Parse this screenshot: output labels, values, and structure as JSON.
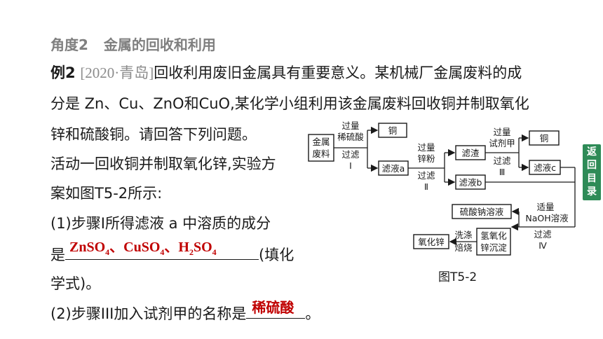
{
  "heading": {
    "part1": "角度2",
    "part2": "金属的回收和利用"
  },
  "example": {
    "label": "例2",
    "source": "[2020·青岛]",
    "line1_text": "回收利用废旧金属具有重要意义。某机械厂金属废料的成",
    "line2": "分是 Zn、Cu、ZnO和CuO,某化学小组利用该金属废料回收铜并制取氧化",
    "line3": "锌和硫酸铜。请回答下列问题。",
    "line4": "活动一回收铜并制取氧化锌,实验方",
    "line5": "案如图T5-2所示:",
    "q1_line1": "(1)步骤I所得滤液 a 中溶质的成分",
    "q1_prefix": "是",
    "q1_suffix": "(填化",
    "q1_line3": "学式)。",
    "q2_prefix": "(2)步骤III加入试剂甲的名称是",
    "q2_suffix": "。"
  },
  "answers": {
    "q1_znso4": "ZnSO",
    "q1_znso4_sub": "4",
    "q1_sep1": "、",
    "q1_cuso4": "CuSO",
    "q1_cuso4_sub": "4",
    "q1_sep2": "、",
    "q1_h2so4_h": "H",
    "q1_h2so4_sub1": "2",
    "q1_h2so4_so": "SO",
    "q1_h2so4_sub2": "4",
    "q2": "稀硫酸"
  },
  "side_tab": {
    "line1": "返",
    "line2": "回",
    "line3": "目",
    "line4": "录"
  },
  "diagram": {
    "caption": "图T5-2",
    "box_waste_l1": "金属",
    "box_waste_l2": "废料",
    "step1_top_l1": "过量",
    "step1_top_l2": "稀硫酸",
    "step1_bot_l1": "过滤",
    "step1_bot_l2": "Ⅰ",
    "box_copper1": "铜",
    "box_filtrate_a": "滤液a",
    "step2_top_l1": "过量",
    "step2_top_l2": "锌粉",
    "step2_bot_l1": "过滤",
    "step2_bot_l2": "Ⅱ",
    "box_residue": "滤渣",
    "box_filtrate_b": "滤液b",
    "step3_top_l1": "过量",
    "step3_top_l2": "试剂甲",
    "step3_bot_l1": "过滤",
    "step3_bot_l2": "Ⅲ",
    "box_copper2": "铜",
    "box_filtrate_c": "滤液c",
    "box_na2so4": "硫酸钠溶液",
    "step4_l1": "适量",
    "step4_l2": "NaOH溶液",
    "step4_l3": "过滤",
    "step4_l4": "Ⅳ",
    "box_zn_oh_l1": "氢氧化",
    "box_zn_oh_l2": "锌沉淀",
    "step5_l1": "洗涤",
    "step5_l2": "焙烧",
    "box_zno": "氧化锌"
  }
}
